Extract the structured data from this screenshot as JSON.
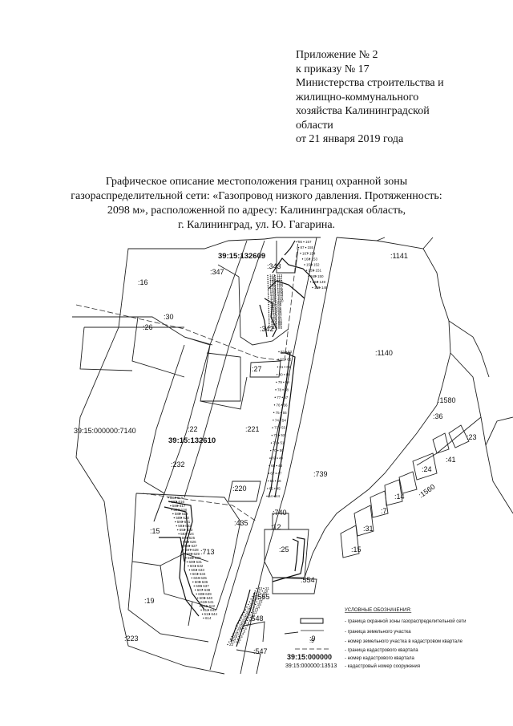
{
  "appendix": [
    "Приложение № 2",
    "к приказу № 17",
    "Министерства строительства и",
    "жилищно-коммунального",
    "хозяйства Калининградской",
    "области",
    "от 21 января 2019 года"
  ],
  "title": [
    "Графическое описание местоположения границ охранной зоны",
    "газораспределительной сети: «Газопровод низкого давления. Протяженность:",
    "2098 м», расположенной по адресу: Калининградская область,",
    "г. Калининград, ул. Ю. Гагарина."
  ],
  "map": {
    "quarters": {
      "q1": "39:15:132609",
      "q2": "39:15:132610"
    },
    "plots": {
      "p16": ":16",
      "p347": ":347",
      "p343": ":343",
      "p1141": ":1141",
      "p26": ":26",
      "p30": ":30",
      "p342": ":342",
      "p1140": ":1140",
      "p27": ":27",
      "p1580": ":1580",
      "p36": ":36",
      "p7140": "39:15:000000:7140",
      "p22": ":22",
      "p221": ":221",
      "p23": ":23",
      "p232": ":232",
      "p41": ":41",
      "p24": ":24",
      "p739": ":739",
      "p1560": ":1560",
      "p220": ":220",
      "p14": ":14",
      "p7": ":7",
      "p740": ":740",
      "p435": ":435",
      "p12": ":12",
      "p31": ":31",
      "p15a": ":15",
      "p713": ":713",
      "p25": ":25",
      "p15b": ":15",
      "p554": ":554",
      "p19": ":19",
      "p555": ":555",
      "p548": ":548",
      "p223": ":223",
      "p9": ":9",
      "p547": ":547"
    },
    "points": {
      "a": [
        "86",
        "87",
        "167",
        "168",
        "158",
        "159",
        "165",
        "166",
        "156",
        "157",
        "155",
        "154",
        "153",
        "152",
        "151",
        "150",
        "149",
        "148"
      ],
      "b": [
        "141",
        "140",
        "139",
        "138",
        "137",
        "136",
        "135",
        "134",
        "133",
        "132",
        "131",
        "130",
        "129",
        "128",
        "127",
        "126",
        "125",
        "124",
        "123",
        "122",
        "121",
        "120",
        "119",
        "118",
        "117",
        "116",
        "115",
        "114",
        "113",
        "112",
        "111",
        "110",
        "109",
        "108",
        "107",
        "106",
        "105",
        "104",
        "103",
        "102",
        "101",
        "100",
        "99",
        "98",
        "97",
        "96",
        "95",
        "94",
        "93",
        "92",
        "91",
        "90",
        "89",
        "88",
        "85",
        "84"
      ],
      "c": [
        "83",
        "82",
        "81",
        "80",
        "79",
        "78",
        "77",
        "76",
        "75",
        "74",
        "73",
        "72",
        "71",
        "70",
        "69",
        "68",
        "67",
        "66",
        "65",
        "64",
        "63",
        "62",
        "61",
        "60",
        "59",
        "58",
        "57",
        "56",
        "55",
        "54",
        "53",
        "52",
        "51",
        "50",
        "49",
        "48",
        "47",
        "46",
        "45",
        "44"
      ],
      "d": [
        "584",
        "585",
        "586",
        "587",
        "588",
        "589",
        "590",
        "591",
        "592",
        "593",
        "594",
        "595",
        "596",
        "597",
        "598",
        "599",
        "600",
        "601",
        "602",
        "603",
        "604",
        "605",
        "606",
        "607",
        "608",
        "609",
        "610",
        "611",
        "612",
        "613",
        "614",
        "615",
        "616",
        "617",
        "618",
        "619",
        "620",
        "621",
        "622",
        "623",
        "624",
        "625",
        "626",
        "627",
        "628",
        "629",
        "630",
        "631",
        "632",
        "633",
        "634",
        "635",
        "636",
        "637",
        "638",
        "639",
        "640",
        "641",
        "642",
        "643",
        "644"
      ],
      "e": [
        "43",
        "42",
        "41",
        "40",
        "39",
        "38",
        "37",
        "36",
        "35",
        "34",
        "33",
        "32",
        "31",
        "30",
        "29",
        "28",
        "27",
        "26",
        "25",
        "24",
        "23",
        "22",
        "21",
        "20",
        "19",
        "18",
        "17",
        "16",
        "15",
        "14",
        "13",
        "12",
        "11",
        "10",
        "9",
        "8",
        "7",
        "6",
        "5",
        "4",
        "3",
        "2",
        "1"
      ]
    }
  },
  "legend": {
    "title": "УСЛОВНЫЕ ОБОЗНАЧЕНИЯ:",
    "items": [
      "- граница охранной зоны газораспределительной сети",
      "- граница земельного участка",
      "- номер земельного участка в кадастровом квартале",
      "- граница кадастрового квартала",
      "- номер кадастрового квартала",
      "- кадастровый номер сооружения"
    ],
    "sample_plot": ":9",
    "sample_quarter": "39:15:000000",
    "sample_structure": "39:15:000000:13513"
  }
}
